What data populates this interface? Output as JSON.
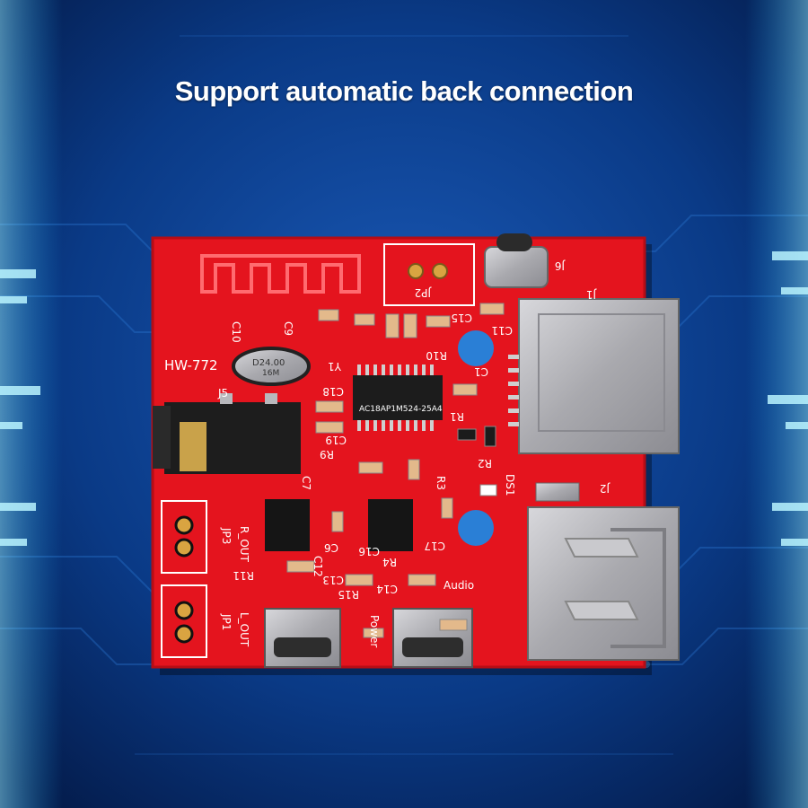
{
  "headline": "Support automatic back connection",
  "board": {
    "model": "HW-772",
    "chip_text": "AC18AP1M524-25A4",
    "crystal_line1": "D24.00",
    "crystal_line2": "16M",
    "labels": {
      "jp2": "JP2",
      "j6": "J6",
      "j1": "J1",
      "j5": "J5",
      "j2": "J2",
      "jp3": "JP3",
      "jp1": "JP1",
      "r_out": "R_OUT",
      "l_out": "L_OUT",
      "power": "Power",
      "audio": "Audio",
      "ds1": "DS1",
      "y1": "Y1",
      "c10": "C10",
      "c9": "C9",
      "c15": "C15",
      "c11": "C11",
      "c1": "C1",
      "c18": "C18",
      "c19": "C19",
      "c6": "C6",
      "c7": "C7",
      "c13": "C13",
      "c14": "C14",
      "c12": "C12",
      "c16": "C16",
      "c17": "C17",
      "r9": "R9",
      "r10": "R10",
      "r1": "R1",
      "r2": "R2",
      "r3": "R3",
      "r4": "R4",
      "r11": "R11",
      "r15": "R15"
    }
  },
  "colors": {
    "background": "#0a3a86",
    "pcb": "#e4141e",
    "silkscreen": "#ffffff",
    "metal": "#b8b8bc",
    "text": "#ffffff"
  }
}
